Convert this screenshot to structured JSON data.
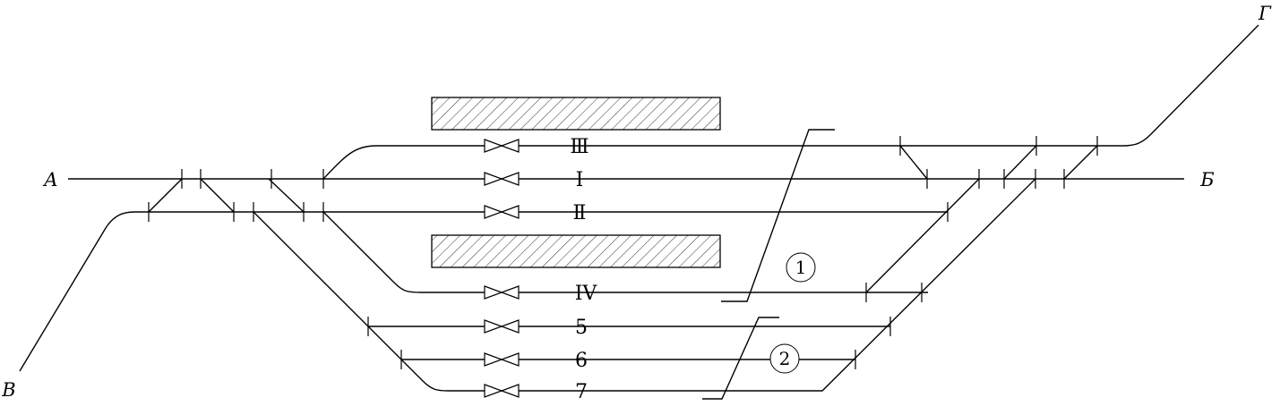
{
  "stations": {
    "A": "А",
    "B": "Б",
    "V": "В",
    "G": "Г"
  },
  "tracks": {
    "t3": "Ⅲ",
    "t1": "Ⅰ",
    "t2": "Ⅱ",
    "t4": "IV",
    "t5": "5",
    "t6": "6",
    "t7": "7"
  },
  "markers": {
    "m1": "1",
    "m2": "2"
  }
}
